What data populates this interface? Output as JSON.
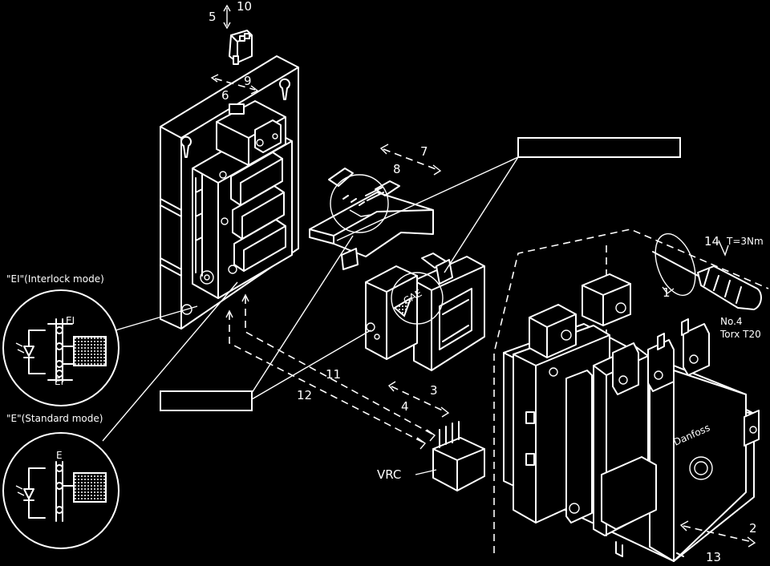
{
  "callouts": {
    "n1": "1",
    "n2": "2",
    "n3": "3",
    "n4": "4",
    "n5": "5",
    "n6": "6",
    "n7": "7",
    "n8": "8",
    "n9": "9",
    "n10": "10",
    "n11": "11",
    "n12": "12",
    "n13": "13",
    "n14": "14"
  },
  "labels": {
    "torque": "T=3Nm",
    "tool_no": "No.4",
    "tool_type": "Torx T20",
    "vrc": "VRC",
    "interlock_mode": "\"EI\"(Interlock mode)",
    "standard_mode": "\"E\"(Standard mode)",
    "ei_mark": "EI",
    "e_mark": "E",
    "coil_mark": "CAE",
    "brand_mark": "Danfoss"
  },
  "colors": {
    "background": "#000000",
    "line": "#ffffff"
  }
}
